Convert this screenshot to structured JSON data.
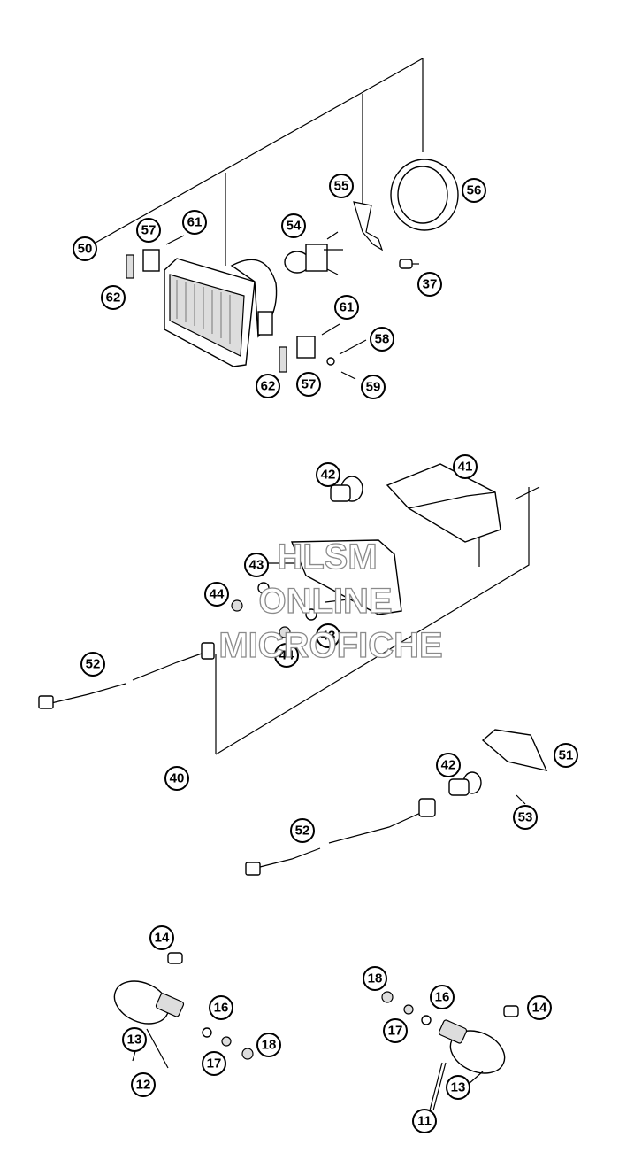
{
  "watermark": {
    "line1": "HLSM",
    "line2": "ONLINE",
    "line3": "MICROFICHE"
  },
  "callouts": {
    "c50": "50",
    "c57a": "57",
    "c61a": "61",
    "c54": "54",
    "c55": "55",
    "c56": "56",
    "c62a": "62",
    "c37": "37",
    "c61b": "61",
    "c58": "58",
    "c62b": "62",
    "c57b": "57",
    "c59": "59",
    "c42a": "42",
    "c41": "41",
    "c43a": "43",
    "c44a": "44",
    "c43b": "43",
    "c44b": "44",
    "c52a": "52",
    "c40": "40",
    "c42b": "42",
    "c51": "51",
    "c53": "53",
    "c52b": "52",
    "c14a": "14",
    "c16a": "16",
    "c13a": "13",
    "c17a": "17",
    "c18a": "18",
    "c12": "12",
    "c18b": "18",
    "c16b": "16",
    "c14b": "14",
    "c17b": "17",
    "c13b": "13",
    "c11": "11"
  }
}
